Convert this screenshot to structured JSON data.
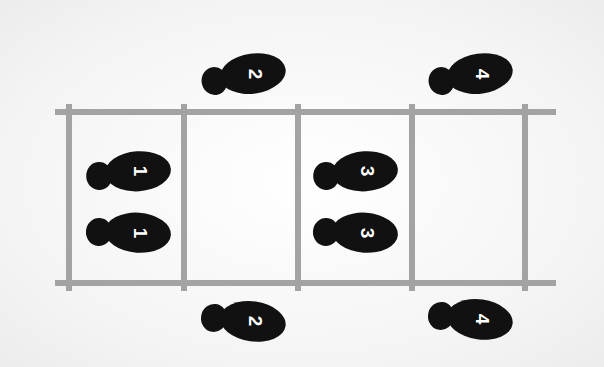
{
  "diagram": {
    "labels": [
      "2",
      "4",
      "1",
      "3",
      "1",
      "3",
      "2",
      "4"
    ]
  }
}
